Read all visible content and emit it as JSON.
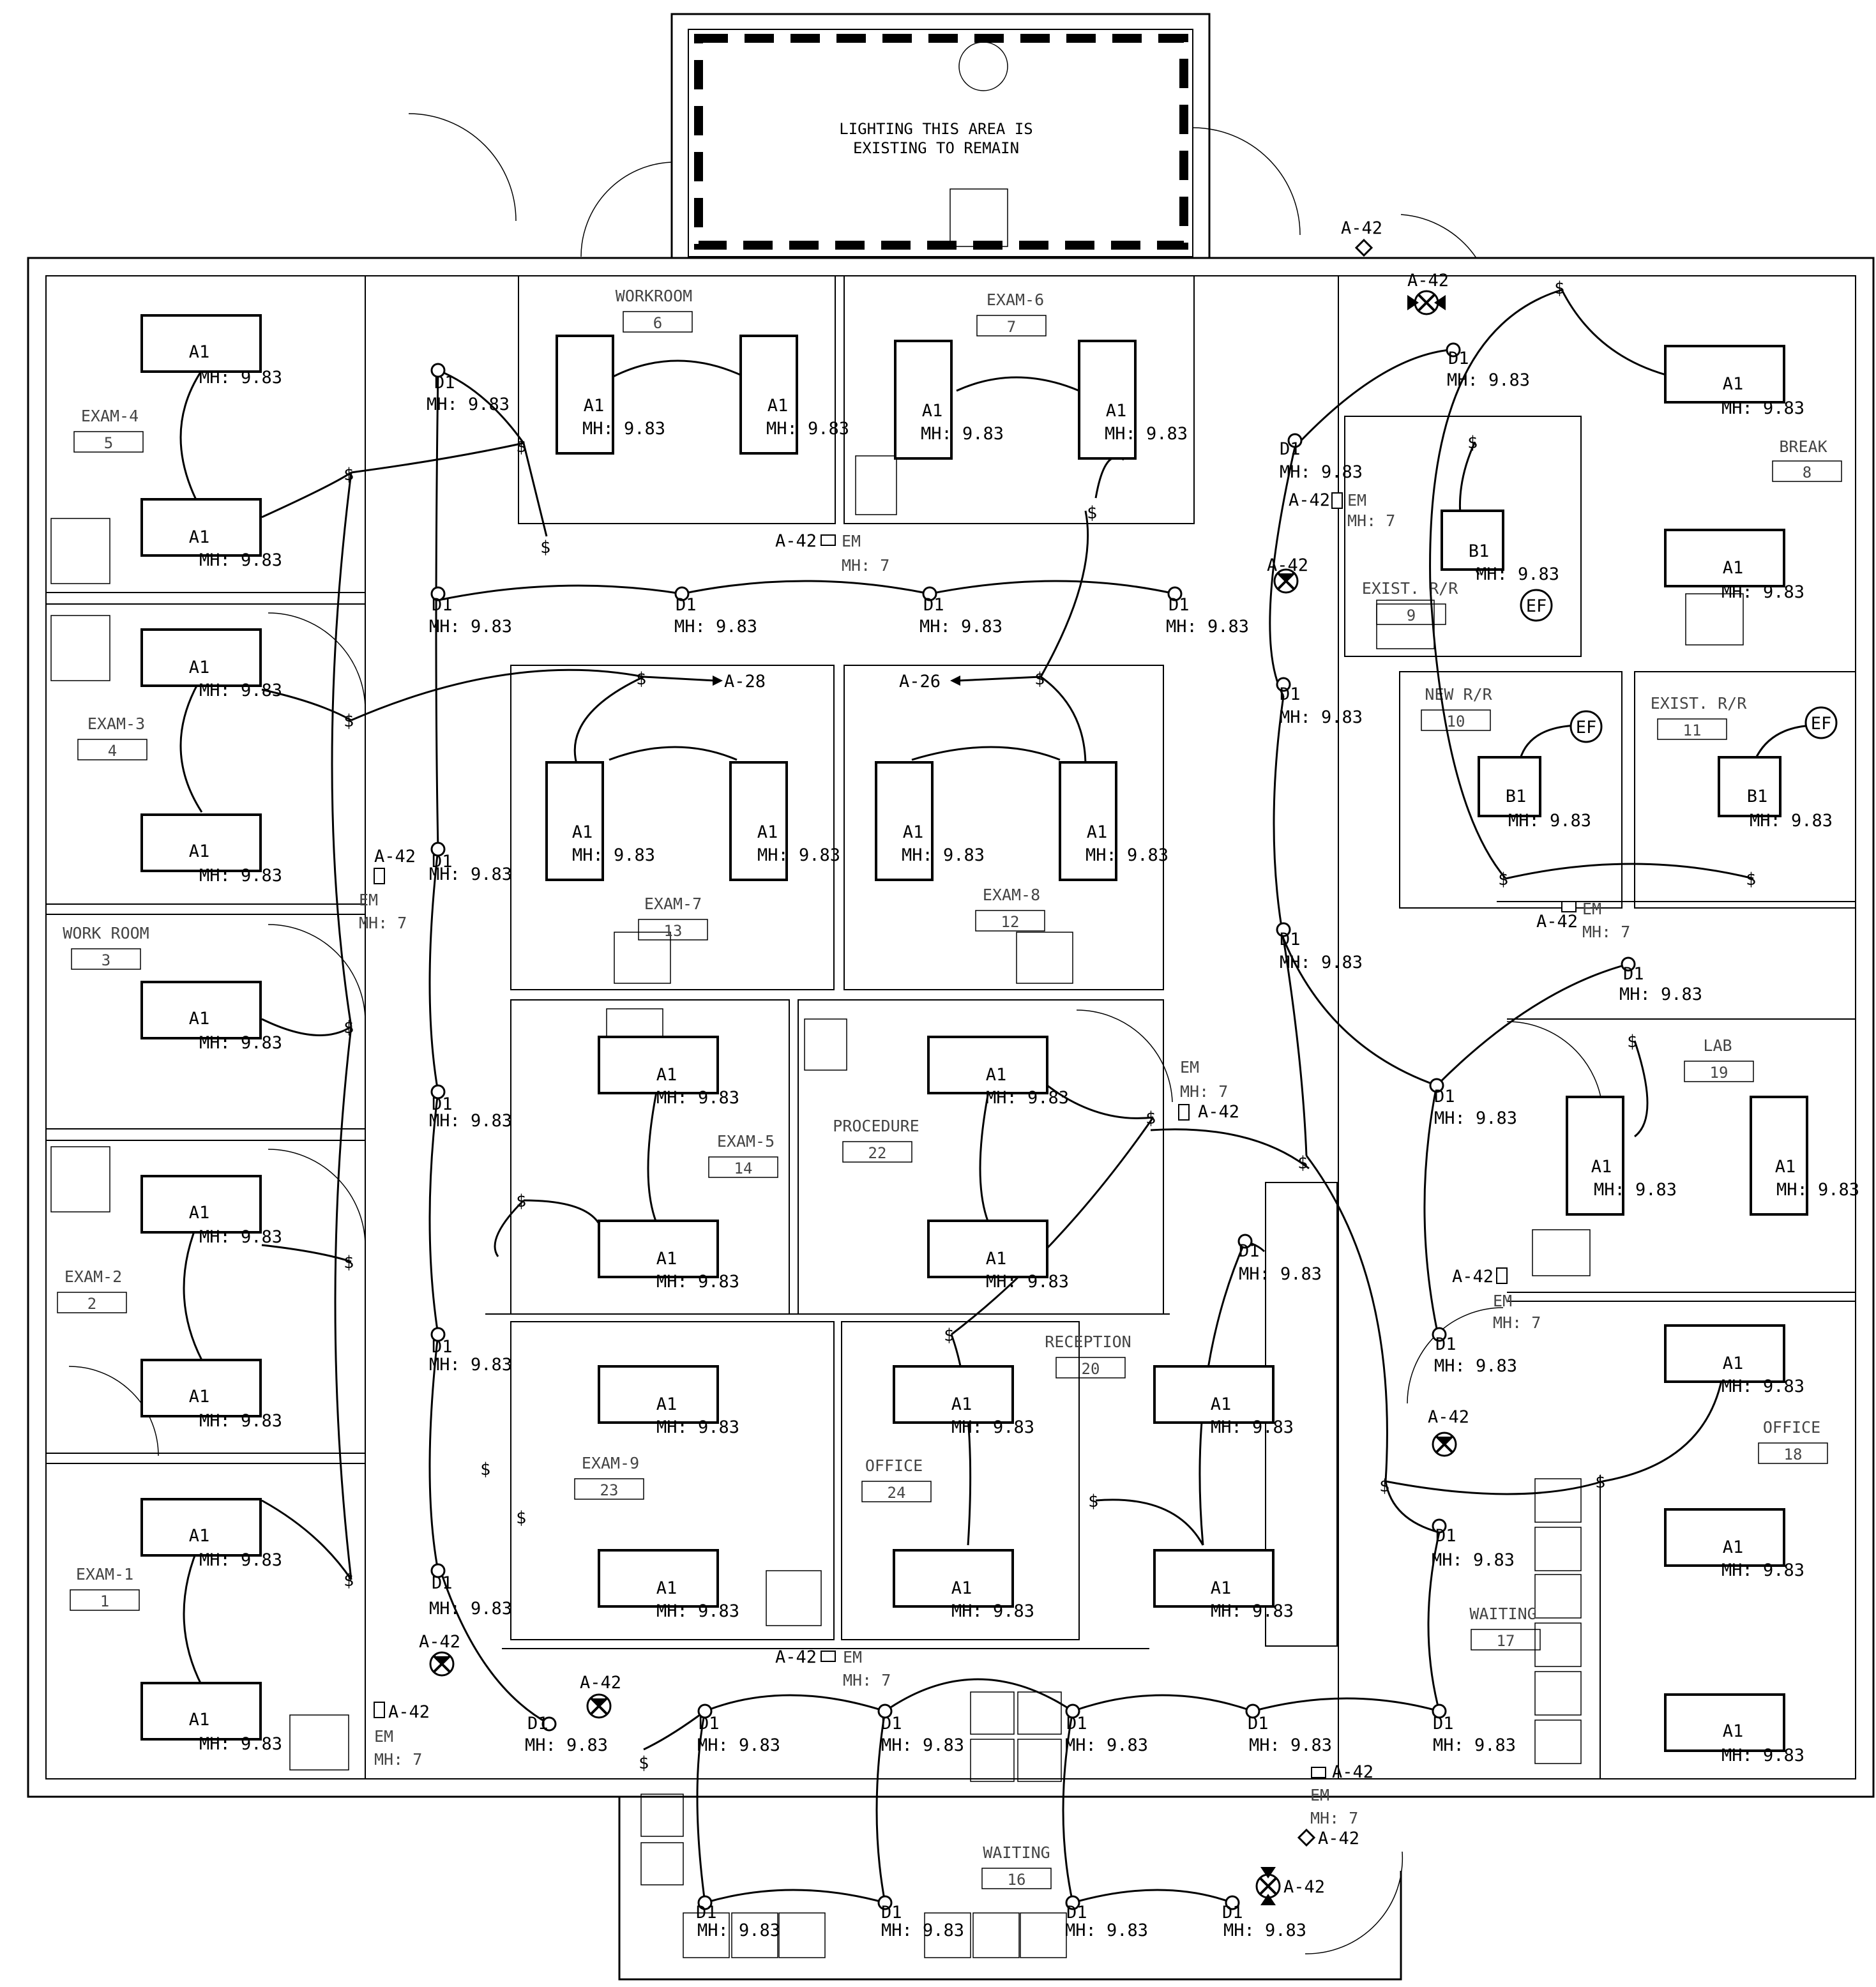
{
  "note_lines": [
    "LIGHTING THIS AREA IS",
    "EXISTING TO REMAIN"
  ],
  "rooms": [
    {
      "name": "WORKROOM",
      "number": "6"
    },
    {
      "name": "EXAM-6",
      "number": "7"
    },
    {
      "name": "EXAM-4",
      "number": "5"
    },
    {
      "name": "EXAM-3",
      "number": "4"
    },
    {
      "name": "WORK ROOM",
      "number": "3"
    },
    {
      "name": "EXAM-2",
      "number": "2"
    },
    {
      "name": "EXAM-1",
      "number": "1"
    },
    {
      "name": "EXAM-7",
      "number": "13"
    },
    {
      "name": "EXAM-8",
      "number": "12"
    },
    {
      "name": "EXAM-5",
      "number": "14"
    },
    {
      "name": "PROCEDURE",
      "number": "22"
    },
    {
      "name": "RECEPTION",
      "number": "20"
    },
    {
      "name": "EXAM-9",
      "number": "23"
    },
    {
      "name": "OFFICE",
      "number": "24"
    },
    {
      "name": "BREAK",
      "number": "8"
    },
    {
      "name": "EXIST. R/R",
      "number": "9"
    },
    {
      "name": "NEW R/R",
      "number": "10"
    },
    {
      "name": "EXIST. R/R",
      "number": "11"
    },
    {
      "name": "LAB",
      "number": "19"
    },
    {
      "name": "OFFICE",
      "number": "18"
    },
    {
      "name": "WAITING",
      "number": "17"
    },
    {
      "name": "WAITING",
      "number": "16"
    }
  ],
  "fixture_types": {
    "A1": "A1",
    "B1": "B1",
    "D1": "D1"
  },
  "mounting_height": "MH:  9.83",
  "em_height": "MH:  7",
  "em_label": "EM",
  "circuits": [
    "A-42",
    "A-28",
    "A-26"
  ],
  "switch_symbol": "$",
  "exhaust_fan": "EF",
  "colors": {
    "line": "#000000",
    "label": "#444444",
    "background": "#ffffff"
  }
}
